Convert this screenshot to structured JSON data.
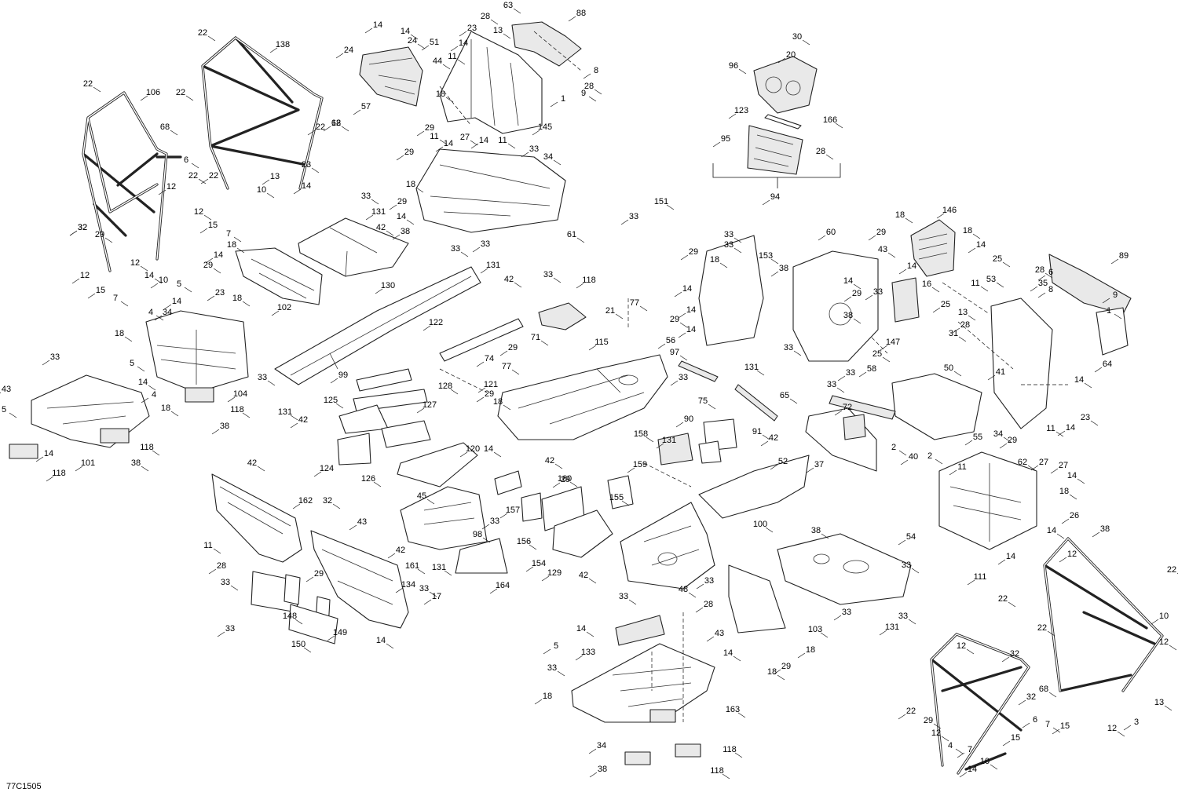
{
  "drawing_code": "77C1505",
  "callouts": [
    "22",
    "138",
    "22",
    "106",
    "22",
    "22",
    "68",
    "12",
    "6",
    "68",
    "12",
    "32",
    "22",
    "22",
    "23",
    "13",
    "10",
    "14",
    "12",
    "15",
    "7",
    "32",
    "29",
    "12",
    "14",
    "10",
    "12",
    "15",
    "7",
    "14",
    "14",
    "24",
    "24",
    "51",
    "44",
    "57",
    "63",
    "88",
    "28",
    "23",
    "13",
    "14",
    "11",
    "8",
    "28",
    "1",
    "9",
    "145",
    "18",
    "29",
    "11",
    "14",
    "27",
    "14",
    "11",
    "33",
    "34",
    "29",
    "18",
    "29",
    "14",
    "38",
    "61",
    "33",
    "33",
    "131",
    "42",
    "130",
    "30",
    "20",
    "96",
    "123",
    "166",
    "95",
    "28",
    "94",
    "151",
    "33",
    "33",
    "29",
    "18",
    "14",
    "33",
    "38",
    "153",
    "60",
    "43",
    "29",
    "18",
    "146",
    "18",
    "14",
    "25",
    "14",
    "16",
    "25",
    "11",
    "33",
    "14",
    "29",
    "38",
    "14",
    "25",
    "147",
    "31",
    "33",
    "29",
    "14",
    "33",
    "89",
    "28",
    "8",
    "1",
    "9",
    "53",
    "35",
    "13",
    "28",
    "50",
    "64",
    "14",
    "41",
    "11",
    "14",
    "23",
    "29",
    "5",
    "14",
    "4",
    "34",
    "18",
    "33",
    "5",
    "43",
    "14",
    "4",
    "18",
    "104",
    "118",
    "38",
    "5",
    "14",
    "118",
    "101",
    "38",
    "118",
    "18",
    "14",
    "29",
    "23",
    "18",
    "102",
    "33",
    "131",
    "42",
    "122",
    "33",
    "99",
    "131",
    "42",
    "33",
    "118",
    "71",
    "29",
    "77",
    "74",
    "128",
    "127",
    "125",
    "124",
    "126",
    "121",
    "18",
    "29",
    "14",
    "120",
    "42",
    "29",
    "45",
    "33",
    "98",
    "42",
    "131",
    "164",
    "21",
    "115",
    "77",
    "56",
    "97",
    "33",
    "158",
    "159",
    "160",
    "157",
    "156",
    "154",
    "155",
    "129",
    "42",
    "131",
    "75",
    "90",
    "91",
    "42",
    "131",
    "37",
    "33",
    "33",
    "100",
    "52",
    "33",
    "72",
    "65",
    "58",
    "2",
    "40",
    "2",
    "55",
    "34",
    "27",
    "14",
    "11",
    "62",
    "27",
    "18",
    "26",
    "14",
    "14",
    "38",
    "54",
    "33",
    "33",
    "33",
    "131",
    "42",
    "162",
    "32",
    "29",
    "11",
    "28",
    "33",
    "43",
    "161",
    "33",
    "148",
    "149",
    "150",
    "134",
    "33",
    "17",
    "14",
    "28",
    "103",
    "18",
    "18",
    "29",
    "14",
    "133",
    "48",
    "5",
    "33",
    "43",
    "14",
    "18",
    "163",
    "34",
    "118",
    "38",
    "118",
    "38",
    "22",
    "12",
    "22",
    "111",
    "22",
    "32",
    "12",
    "22",
    "29",
    "32",
    "68",
    "6",
    "7",
    "15",
    "12",
    "7",
    "4",
    "15",
    "10",
    "14",
    "12",
    "3",
    "13",
    "10",
    "12",
    "6",
    "8"
  ]
}
